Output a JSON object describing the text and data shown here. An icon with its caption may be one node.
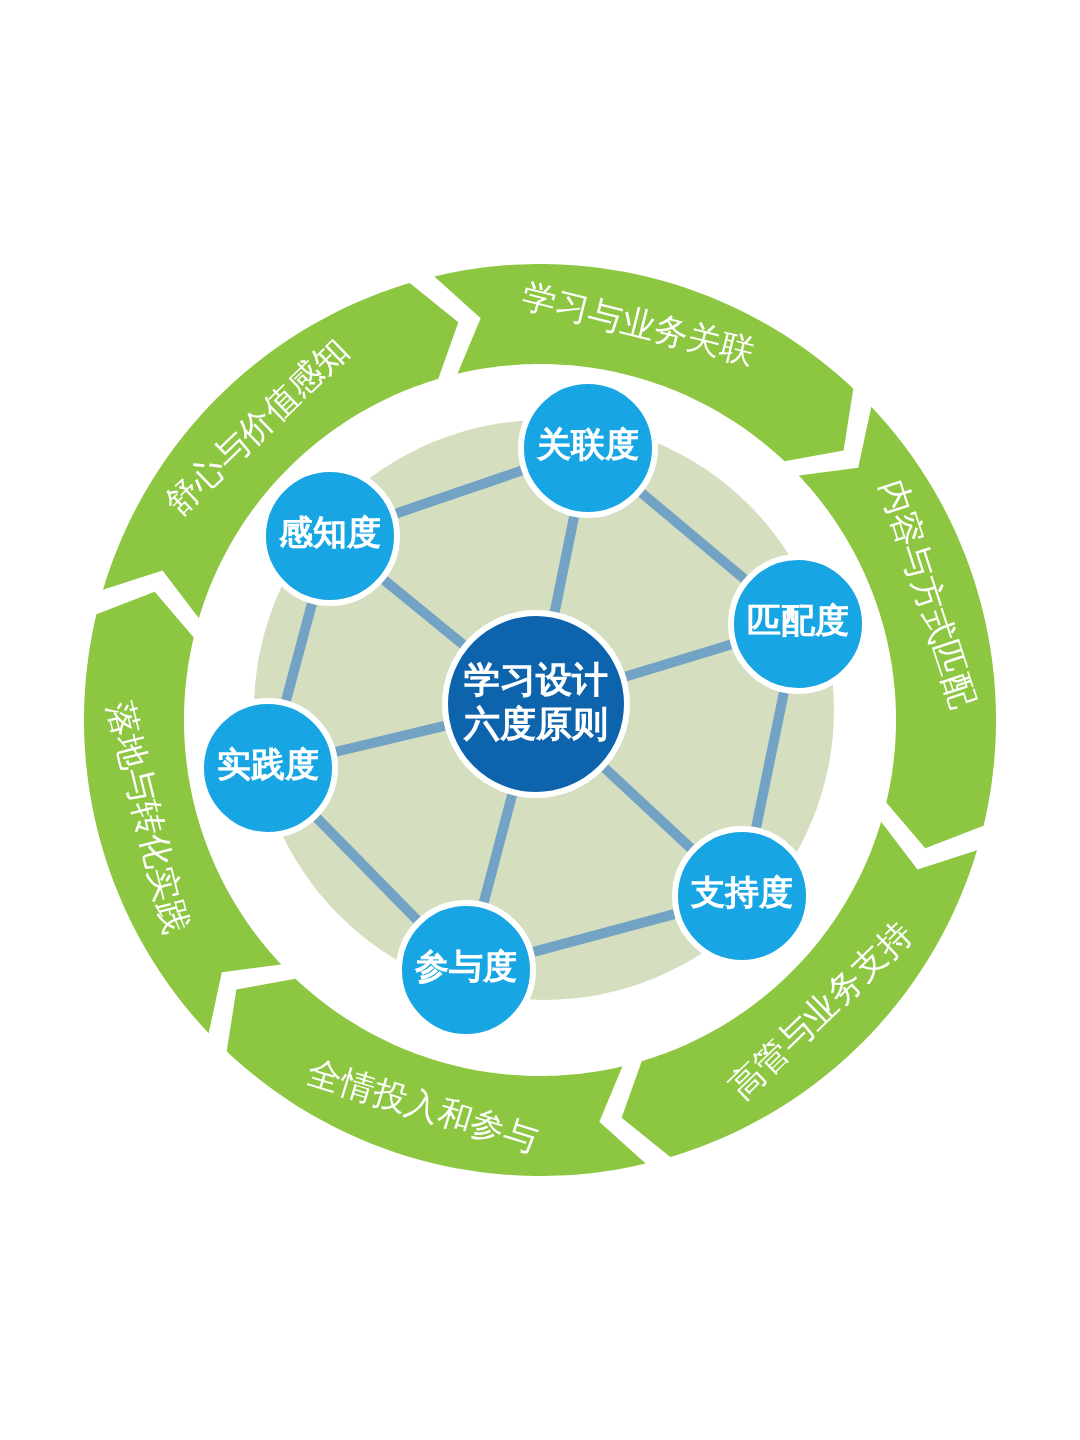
{
  "diagram": {
    "nodes": [
      {
        "text": [
          "学习设计六度原则"
        ]
      },
      {
        "text": [
          "关联度"
        ]
      },
      {
        "text": [
          "匹配度"
        ]
      },
      {
        "text": [
          "支持度"
        ]
      },
      {
        "text": [
          "参与度"
        ]
      },
      {
        "text": [
          "实践度"
        ]
      },
      {
        "text": [
          "感知度"
        ]
      },
      {
        "text": [
          "学习与业务关联"
        ]
      },
      {
        "text": [
          "内容与方式匹配"
        ]
      },
      {
        "text": [
          "高管与业务支持"
        ]
      },
      {
        "text": [
          "全情投入和参与"
        ]
      },
      {
        "text": [
          "落地与转化实践"
        ]
      },
      {
        "text": [
          "舒心与价值感知"
        ]
      }
    ],
    "edges": [
      {
        "from": 0,
        "to": 1,
        "arrow": "none"
      },
      {
        "from": 0,
        "to": 2,
        "arrow": "none"
      },
      {
        "from": 0,
        "to": 3,
        "arrow": "none"
      },
      {
        "from": 0,
        "to": 4,
        "arrow": "none"
      },
      {
        "from": 0,
        "to": 5,
        "arrow": "none"
      },
      {
        "from": 0,
        "to": 6,
        "arrow": "none"
      },
      {
        "from": 1,
        "to": 2,
        "arrow": "none"
      },
      {
        "from": 2,
        "to": 3,
        "arrow": "none"
      },
      {
        "from": 3,
        "to": 4,
        "arrow": "none"
      },
      {
        "from": 4,
        "to": 5,
        "arrow": "none"
      },
      {
        "from": 5,
        "to": 6,
        "arrow": "none"
      },
      {
        "from": 6,
        "to": 1,
        "arrow": "none"
      }
    ]
  }
}
